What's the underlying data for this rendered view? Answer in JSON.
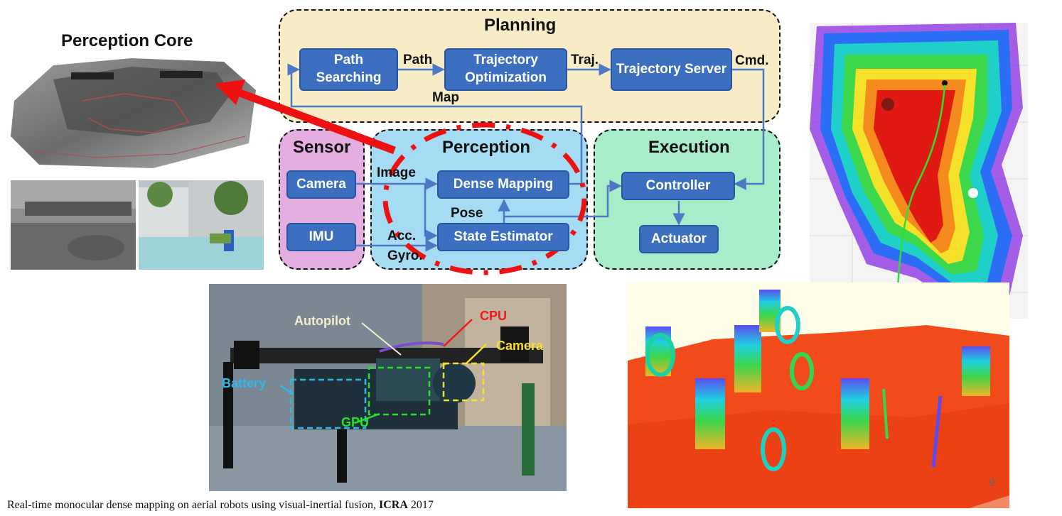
{
  "perception_core_title": "Perception Core",
  "planning": {
    "title": "Planning",
    "path_searching": "Path Searching",
    "trajectory_optimization": "Trajectory Optimization",
    "trajectory_server": "Trajectory Server",
    "label_path": "Path",
    "label_traj": "Traj.",
    "label_cmd": "Cmd.",
    "label_map": "Map"
  },
  "sensor": {
    "title": "Sensor",
    "camera": "Camera",
    "imu": "IMU"
  },
  "perception": {
    "title": "Perception",
    "dense_mapping": "Dense Mapping",
    "state_estimator": "State Estimator",
    "label_image": "Image",
    "label_pose": "Pose",
    "label_acc": "Acc.",
    "label_gyro": "Gyro."
  },
  "execution": {
    "title": "Execution",
    "controller": "Controller",
    "actuator": "Actuator"
  },
  "drone_labels": {
    "autopilot": "Autopilot",
    "cpu": "CPU",
    "camera": "Camera",
    "battery": "Battery",
    "gpu": "GPU"
  },
  "colors": {
    "planning_bg": "#f7ecc6",
    "sensor_bg": "#e4aee0",
    "perception_bg": "#a5dcf3",
    "execution_bg": "#a9ecc9",
    "box_blue": "#3d6fc0",
    "arrow_blue": "#4f78c4",
    "highlight_red": "#ee1111"
  },
  "caption": {
    "text": "Real-time monocular dense mapping on aerial robots using visual-inertial fusion, ",
    "venue": "ICRA",
    "year": " 2017"
  },
  "page_number": "9"
}
